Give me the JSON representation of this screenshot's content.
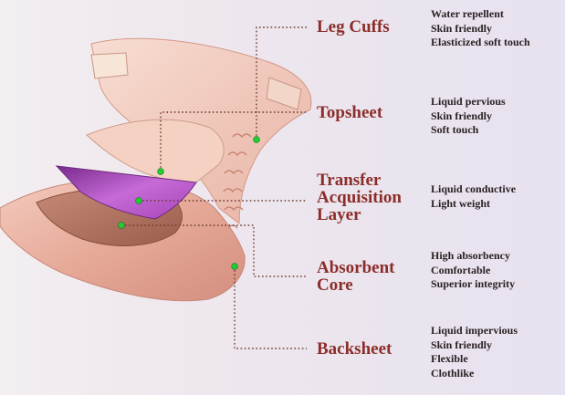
{
  "colors": {
    "title": "#8b2e2a",
    "text": "#2a1f22",
    "leader": "#6b3a2e",
    "marker": "#22cc33",
    "diaper_outer": "#e8b0a0",
    "transfer_layer": "#b451c2",
    "absorbent_core": "#b07462"
  },
  "layers": [
    {
      "title": "Leg Cuffs",
      "properties": [
        "Water repellent",
        "Skin friendly",
        "Elasticized soft touch"
      ]
    },
    {
      "title": "Topsheet",
      "properties": [
        "Liquid pervious",
        "Skin friendly",
        "Soft touch"
      ]
    },
    {
      "title": "Transfer\nAcquisition\nLayer",
      "properties": [
        "Liquid conductive",
        "Light weight"
      ]
    },
    {
      "title": "Absorbent\nCore",
      "properties": [
        "High absorbency",
        "Comfortable",
        "Superior integrity"
      ]
    },
    {
      "title": "Backsheet",
      "properties": [
        "Liquid impervious",
        "Skin friendly",
        "Flexible",
        "Clothlike"
      ]
    }
  ]
}
